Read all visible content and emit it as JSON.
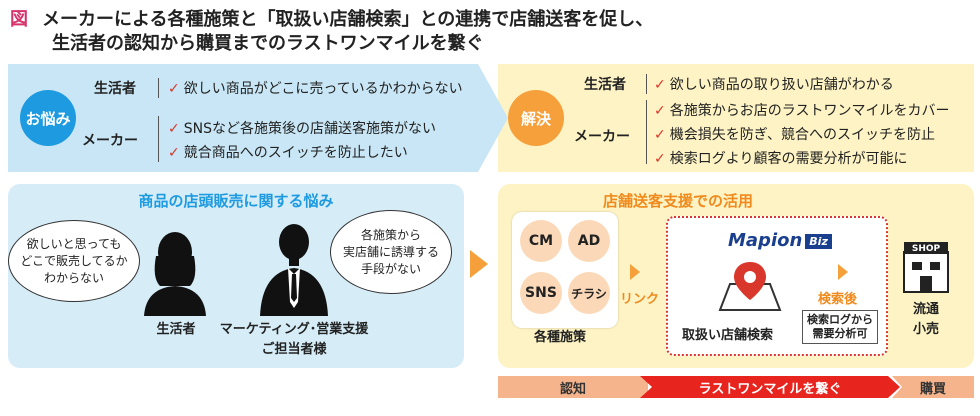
{
  "title": {
    "fig": "図",
    "line1": "メーカーによる各種施策と「取扱い店舗検索」との連携で店舗送客を促し、",
    "line2": "生活者の認知から購買までのラストワンマイルを繋ぐ"
  },
  "problem": {
    "badge": "お悩み",
    "consumer_role": "生活者",
    "consumer_items": [
      "欲しい商品がどこに売っているかわからない"
    ],
    "maker_role": "メーカー",
    "maker_items": [
      "SNSなど各施策後の店舗送客施策がない",
      "競合商品へのスイッチを防止したい"
    ]
  },
  "solution": {
    "badge": "解決",
    "consumer_role": "生活者",
    "consumer_items": [
      "欲しい商品の取り扱い店舗がわかる"
    ],
    "maker_role": "メーカー",
    "maker_items": [
      "各施策からお店のラストワンマイルをカバー",
      "機会損失を防ぎ、競合へのスイッチを防止",
      "検索ログより顧客の需要分析が可能に"
    ]
  },
  "check_mark": "✓",
  "left_panel": {
    "title": "商品の店頭販売に関する悩み",
    "bubble_consumer": [
      "欲しいと思っても",
      "どこで販売してるか",
      "わからない"
    ],
    "bubble_marketing": [
      "各施策から",
      "実店舗に誘導する",
      "手段がない"
    ],
    "person_consumer": "生活者",
    "person_marketing_1": "マーケティング･営業支援",
    "person_marketing_2": "ご担当者様"
  },
  "right_panel": {
    "title": "店舗送客支援での活用",
    "media": [
      "CM",
      "AD",
      "SNS",
      "チラシ"
    ],
    "media_label": "各種施策",
    "link_label": "リンク",
    "logo": "Mapion",
    "logo_badge": "Biz",
    "store_search": "取扱い店舗検索",
    "after_search": "検索後",
    "log_box_1": "検索ログから",
    "log_box_2": "需要分析可",
    "shop_sign": "SHOP",
    "retail_1": "流通",
    "retail_2": "小売"
  },
  "flow_bar": {
    "recognition": "認知",
    "last_mile": "ラストワンマイルを繋ぐ",
    "purchase": "購買"
  },
  "colors": {
    "accent_blue": "#1e9be0",
    "accent_orange": "#f5a03a",
    "check_red": "#d9372b",
    "logo_navy": "#1b3f8f"
  }
}
